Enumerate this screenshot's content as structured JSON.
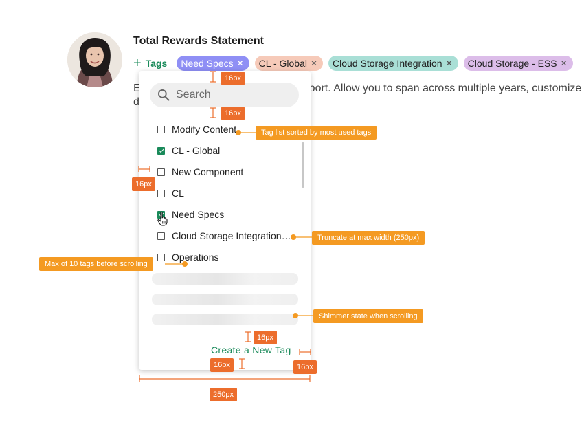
{
  "header": {
    "title": "Total Rewards Statement",
    "add_tags_label": "Tags"
  },
  "chips": [
    {
      "label": "Need Specs",
      "color": "#8f8ff5"
    },
    {
      "label": "CL - Global",
      "color": "#f6cab9"
    },
    {
      "label": "Cloud Storage Integration",
      "color": "#a9dfd6"
    },
    {
      "label": "Cloud Storage - ESS",
      "color": "#dcbde9"
    }
  ],
  "description": {
    "line1_start": "E",
    "line1_end": "port. Allow you to span across multiple years, customize",
    "line2_start": "d"
  },
  "dropdown": {
    "search_placeholder": "Search",
    "items": [
      {
        "label": "Modify Content",
        "checked": false
      },
      {
        "label": "CL - Global",
        "checked": true
      },
      {
        "label": "New Component",
        "checked": false
      },
      {
        "label": "CL",
        "checked": false
      },
      {
        "label": "Need Specs",
        "checked": true
      },
      {
        "label": "Cloud Storage Integration Services",
        "checked": false
      },
      {
        "label": "Operations",
        "checked": false
      }
    ],
    "create_label": "Create a New Tag"
  },
  "annotations": {
    "spacing_16": "16px",
    "width_250": "250px",
    "note_sorted": "Tag list sorted by most used tags",
    "note_truncate": "Truncate at max width (250px)",
    "note_max_tags": "Max of 10 tags before scrolling",
    "note_shimmer": "Shimmer state when scrolling"
  },
  "colors": {
    "accent_green": "#1a8a5a",
    "annotation_red": "#ec6d2c",
    "annotation_orange": "#f49a22"
  }
}
